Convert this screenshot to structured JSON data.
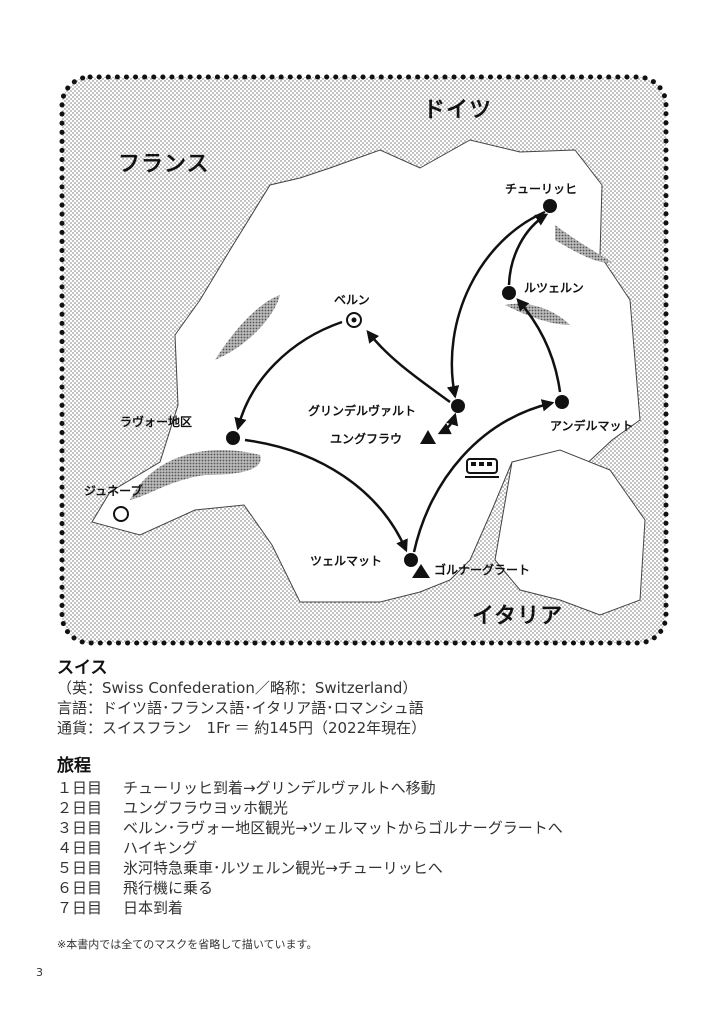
{
  "map": {
    "countries": {
      "germany": "ドイツ",
      "france": "フランス",
      "italy": "イタリア"
    },
    "places": {
      "zurich": "チューリッヒ",
      "lucerne": "ルツェルン",
      "bern": "ベルン",
      "grindelwald": "グリンデルヴァルト",
      "jungfrau": "ユングフラウ",
      "andermatt": "アンデルマット",
      "lavaux": "ラヴォー地区",
      "geneva": "ジュネーブ",
      "zermatt": "ツェルマット",
      "gornergrat": "ゴルナーグラート"
    },
    "icons": [
      "city-dot",
      "capital-target",
      "mountain-triangle",
      "train-icon"
    ]
  },
  "info": {
    "title": "スイス",
    "english": "（英：Swiss Confederation／略称：Switzerland）",
    "language": "言語：ドイツ語･フランス語･イタリア語･ロマンシュ語",
    "currency": "通貨：スイスフラン　1Fr ＝ 約145円（2022年現在）"
  },
  "itinerary": {
    "title": "旅程",
    "days": [
      {
        "day": "１日目",
        "plan": "チューリッヒ到着→グリンデルヴァルトへ移動"
      },
      {
        "day": "２日目",
        "plan": "ユングフラウヨッホ観光"
      },
      {
        "day": "３日目",
        "plan": "ベルン･ラヴォー地区観光→ツェルマットからゴルナーグラートへ"
      },
      {
        "day": "４日目",
        "plan": "ハイキング"
      },
      {
        "day": "５日目",
        "plan": "氷河特急乗車･ルツェルン観光→チューリッヒへ"
      },
      {
        "day": "６日目",
        "plan": "飛行機に乗る"
      },
      {
        "day": "７日目",
        "plan": "日本到着"
      }
    ]
  },
  "note": "※本書内では全てのマスクを省略して描いています。",
  "page_number": "3"
}
